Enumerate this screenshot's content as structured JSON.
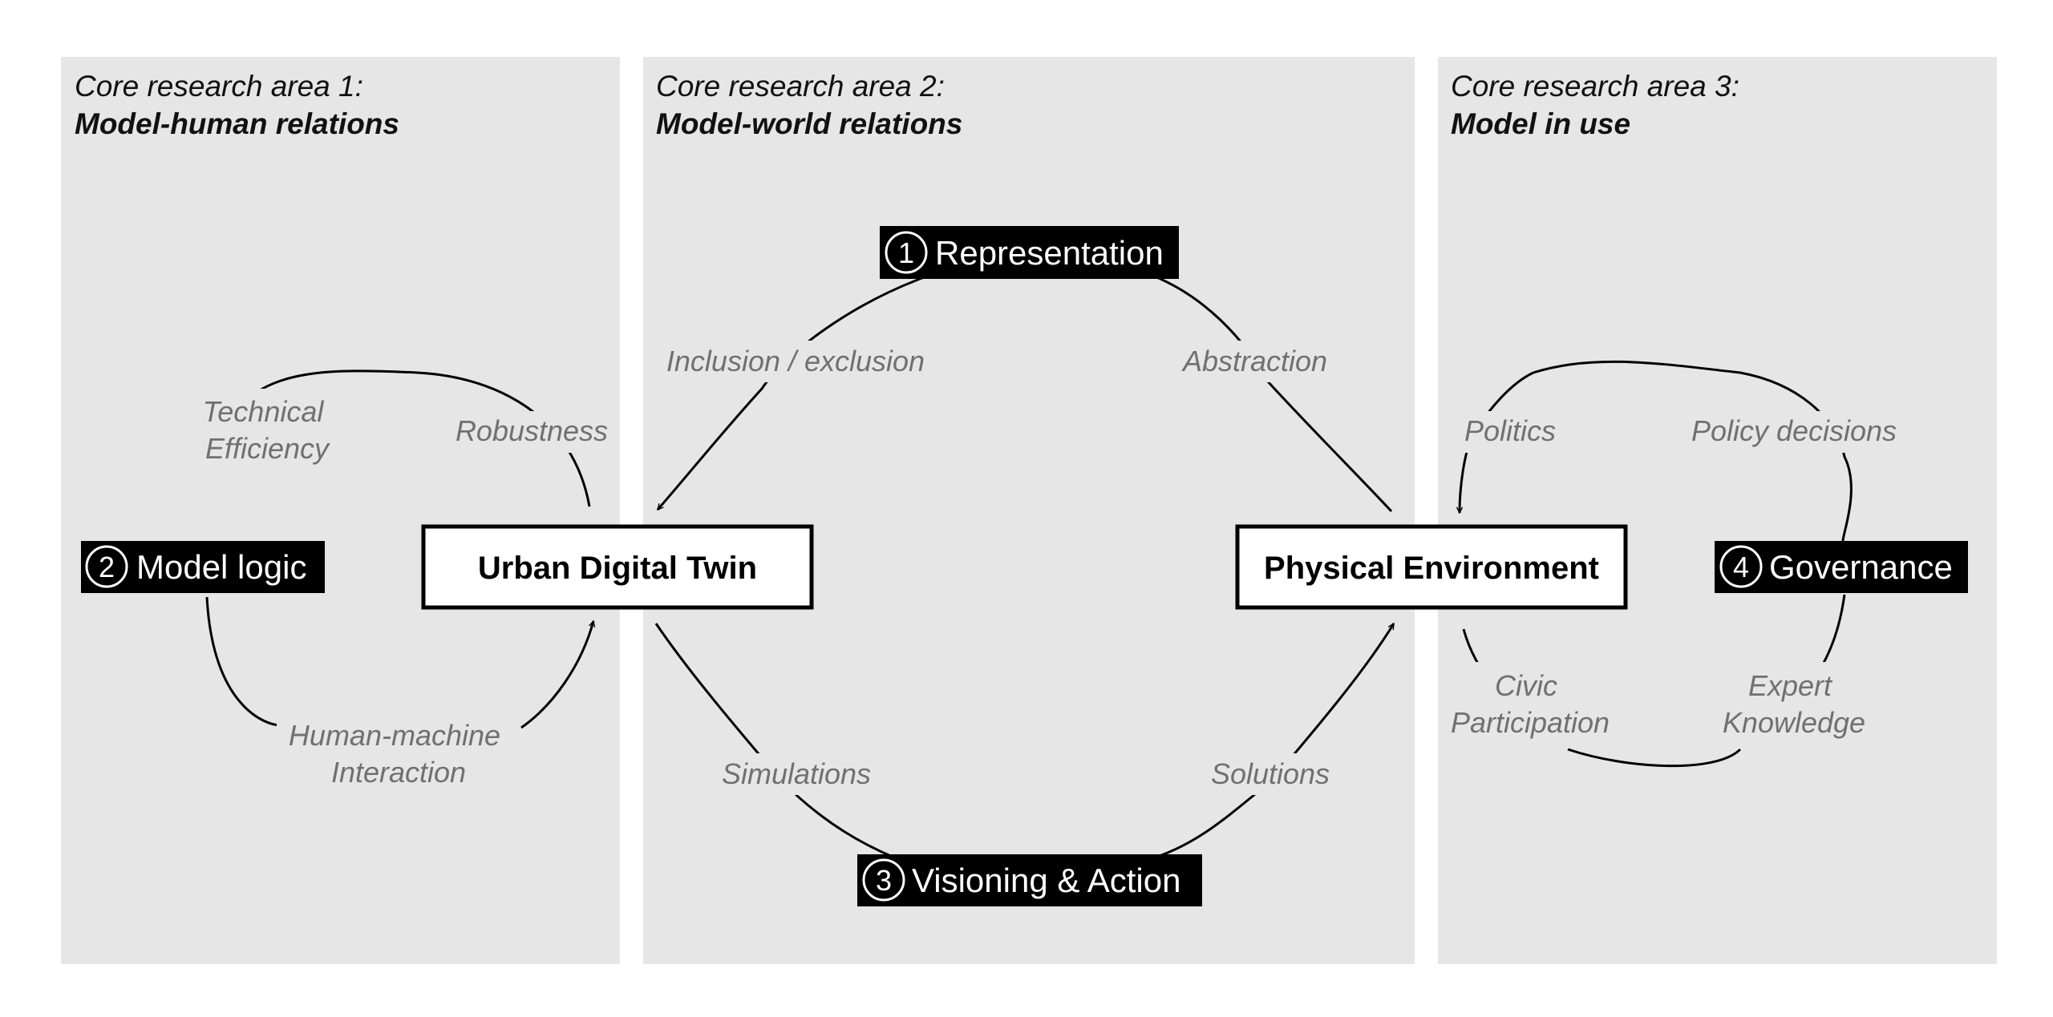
{
  "areas": [
    {
      "title": "Core research area 1:",
      "subtitle": "Model-human relations"
    },
    {
      "title": "Core research area 2:",
      "subtitle": "Model-world relations"
    },
    {
      "title": "Core research area 3:",
      "subtitle": "Model in use"
    }
  ],
  "central_boxes": {
    "digital_twin": "Urban Digital Twin",
    "physical_environment": "Physical Environment"
  },
  "nodes": {
    "representation": {
      "number": "1",
      "label": "Representation"
    },
    "model_logic": {
      "number": "2",
      "label": "Model logic"
    },
    "visioning": {
      "number": "3",
      "label": "Visioning & Action"
    },
    "governance": {
      "number": "4",
      "label": "Governance"
    }
  },
  "labels": {
    "technical_efficiency": [
      "Technical",
      "Efficiency"
    ],
    "robustness": "Robustness",
    "human_machine": [
      "Human-machine",
      "Interaction"
    ],
    "inclusion_exclusion": "Inclusion / exclusion",
    "abstraction": "Abstraction",
    "simulations": "Simulations",
    "solutions": "Solutions",
    "politics": "Politics",
    "policy_decisions": "Policy decisions",
    "civic_participation": [
      "Civic",
      "Participation"
    ],
    "expert_knowledge": [
      "Expert",
      "Knowledge"
    ]
  },
  "colors": {
    "panel": "#e6e6e6",
    "label_box": "#000000",
    "arc": "#000000",
    "edge_label": "#707070"
  }
}
